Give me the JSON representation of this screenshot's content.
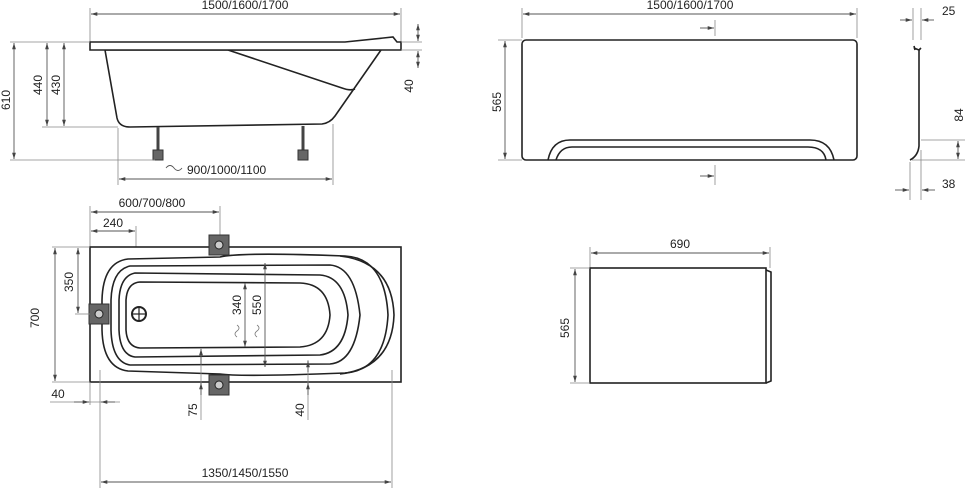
{
  "side_view": {
    "length": "1500/1600/1700",
    "total_height": "610",
    "height_440": "440",
    "height_430": "430",
    "rim": "40",
    "leg_spacing": "900/1000/1100"
  },
  "front_panel": {
    "length": "1500/1600/1700",
    "height": "565"
  },
  "panel_profile": {
    "top": "25",
    "bottom_height": "84",
    "bottom_depth": "38"
  },
  "top_view": {
    "leg_position": "600/700/800",
    "drain_offset": "240",
    "half_width": "350",
    "width": "700",
    "inner_340": "340",
    "inner_550": "550",
    "edge_left": "40",
    "edge_75": "75",
    "edge_40": "40",
    "inner_length": "1350/1450/1550"
  },
  "end_panel": {
    "width": "690",
    "height": "565"
  }
}
